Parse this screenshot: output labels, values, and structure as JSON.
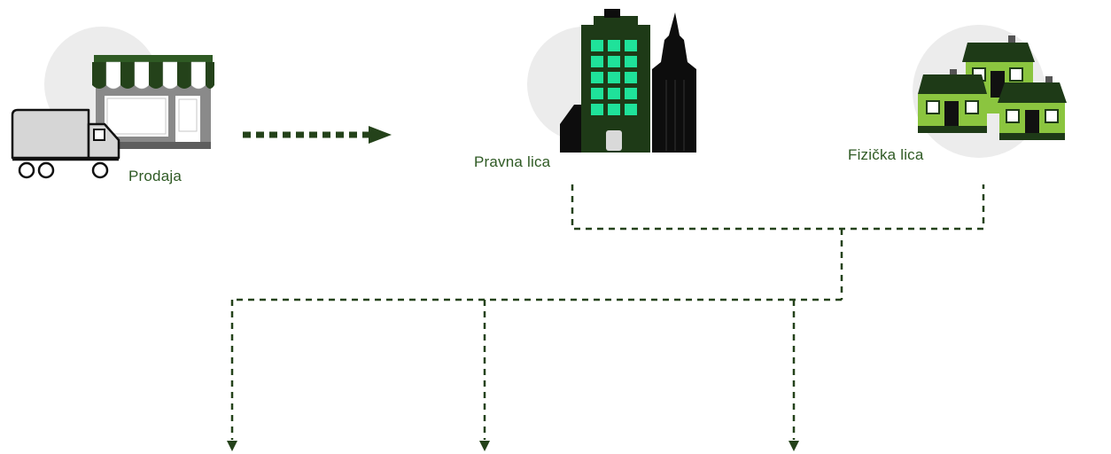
{
  "labels": {
    "sales": "Prodaja",
    "legal_entities": "Pravna lica",
    "individuals": "Fizička lica"
  },
  "icons": {
    "sales": "shop-with-truck-icon",
    "legal_entities": "office-buildings-icon",
    "individuals": "houses-icon"
  },
  "colors": {
    "dark_green": "#24421a",
    "label_green": "#2f5a24",
    "bright_green": "#1fe29a",
    "light_green": "#8bc53f",
    "circle_gray": "#ececec",
    "truck_gray": "#d6d6d6"
  }
}
